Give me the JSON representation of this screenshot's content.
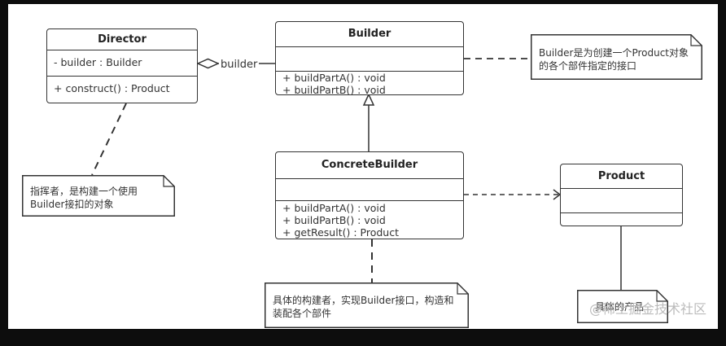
{
  "director": {
    "name": "Director",
    "attributes": [
      "- builder : Builder"
    ],
    "operations": [
      "+ construct()  : Product"
    ]
  },
  "builder": {
    "name": "Builder",
    "attributes": [],
    "operations": [
      "+ buildPartA() : void",
      "+ buildPartB() : void"
    ]
  },
  "concrete_builder": {
    "name": "ConcreteBuilder",
    "attributes": [],
    "operations": [
      "+ buildPartA() : void",
      "+ buildPartB() : void",
      "+ getResult() : Product"
    ]
  },
  "product": {
    "name": "Product",
    "attributes": [],
    "operations": []
  },
  "association_label": "builder",
  "notes": {
    "builder_note": "Builder是为创建一个Product对象的各个部件指定的接口",
    "director_note": "指挥者，是构建一个使用Builder接扣的对象",
    "concrete_note": "具体的构建者，实现Builder接口，构造和装配各个部件",
    "product_note": "具体的产品"
  },
  "watermark": "@稀土掘金技术社区",
  "colors": {
    "line": "#333333",
    "background": "#ffffff",
    "frame": "#0d0d0d"
  }
}
